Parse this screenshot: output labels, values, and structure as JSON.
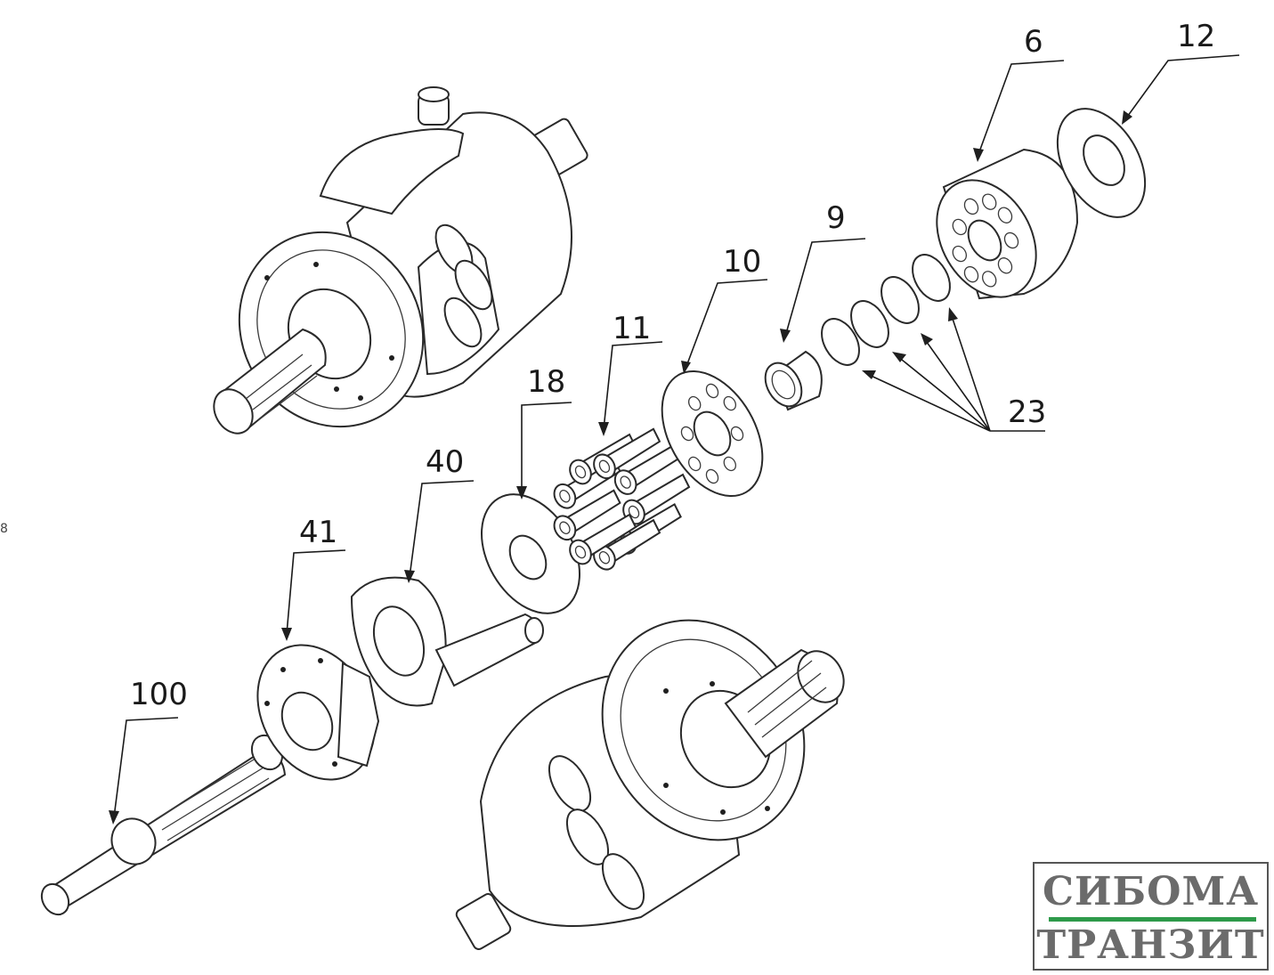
{
  "diagram": {
    "callouts": [
      {
        "id": "6",
        "text": "6"
      },
      {
        "id": "12",
        "text": "12"
      },
      {
        "id": "9",
        "text": "9"
      },
      {
        "id": "10",
        "text": "10"
      },
      {
        "id": "11",
        "text": "11"
      },
      {
        "id": "18",
        "text": "18"
      },
      {
        "id": "40",
        "text": "40"
      },
      {
        "id": "41",
        "text": "41"
      },
      {
        "id": "100",
        "text": "100"
      },
      {
        "id": "23",
        "text": "23"
      }
    ],
    "stray_mark": "8"
  },
  "logo": {
    "line1": "СИБОМА",
    "line2": "ТРАНЗИТ",
    "accent_color": "#2e9a4a"
  }
}
